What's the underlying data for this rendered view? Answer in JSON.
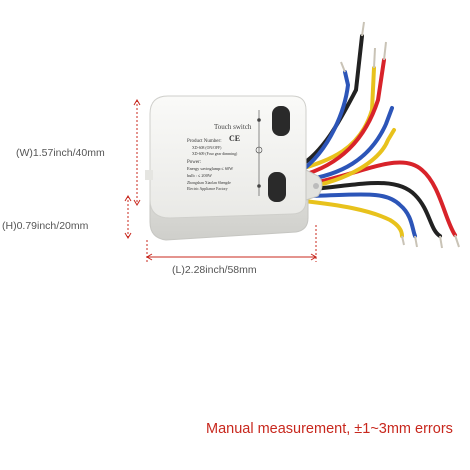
{
  "dimensions": {
    "width": "(W)1.57inch/40mm",
    "height": "(H)0.79inch/20mm",
    "length": "(L)2.28inch/58mm"
  },
  "device": {
    "brand_label": "Touch switch",
    "ce_mark": "CE",
    "product_number_title": "Product Number:",
    "model_1": "XD-608 (ON/OFF)",
    "model_2": "XD-609 (Four gear dimming)",
    "power_title": "Power:",
    "energy_rating": "Energy savinglamp:≤ 60W",
    "bulb_rating": "bulb : ≤ 200W",
    "manufacturer_1": "Zhongshan Xiaolan Shengde",
    "manufacturer_2": "Electric Appliance Factory"
  },
  "footer_note": "Manual measurement,  ±1~3mm errors",
  "colors": {
    "dimension_line": "#c8281e",
    "note_text": "#c8281e",
    "housing": "#f1f1ef",
    "wire_red": "#d8232a",
    "wire_yellow": "#e8c21c",
    "wire_blue": "#2c55b8",
    "wire_black": "#222222"
  }
}
